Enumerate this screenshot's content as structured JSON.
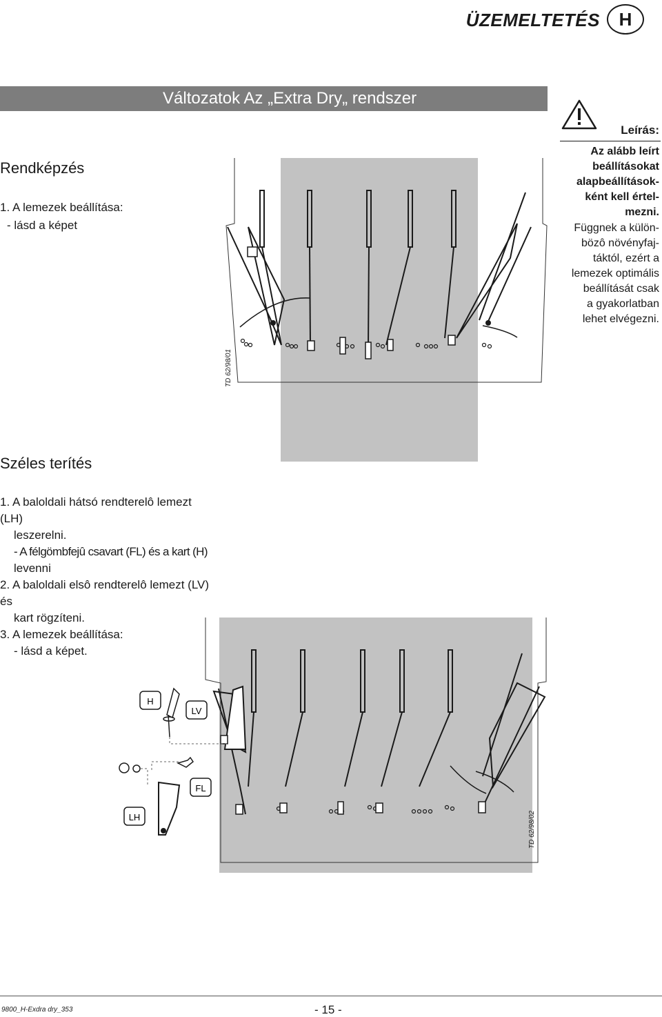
{
  "header": {
    "title": "ÜZEMELTETÉS",
    "badge": "H"
  },
  "banner": {
    "title": "Változatok Az „Extra Dry„ rendszer"
  },
  "section1": {
    "heading": "Rendképzés",
    "step1": "1. A lemezek beállítása:",
    "step1_sub": "- lásd a képet"
  },
  "note": {
    "label": "Leírás:",
    "bold_lines": [
      "Az alább leírt",
      "beállításokat",
      "alapbeállítások-",
      "ként kell értel-",
      "mezni."
    ],
    "lines": [
      "Függnek a külön-",
      "bözô növényfaj-",
      "táktól, ezért a",
      "lemezek optimális",
      "beállítását csak",
      "a gyakorlatban",
      "lehet elvégezni."
    ]
  },
  "figure1": {
    "code": "TD 62/98/01"
  },
  "section2": {
    "heading": "Széles terítés",
    "lines": [
      "1. A baloldali hátsó rendterelô lemezt (LH)",
      "leszerelni.",
      "- A félgömbfejû csavart (FL) és a kart (H)",
      "levenni",
      "2. A baloldali elsô rendterelô lemezt (LV) és",
      "kart rögzíteni.",
      "3. A lemezek beállítása:",
      "- lásd a képet."
    ]
  },
  "figure2": {
    "code": "TD 62/98/02",
    "labels": {
      "h": "H",
      "lv": "LV",
      "fl": "FL",
      "lh": "LH"
    }
  },
  "footer": {
    "doc_id": "9800_H-Exdra dry_353",
    "page": "- 15 -"
  }
}
